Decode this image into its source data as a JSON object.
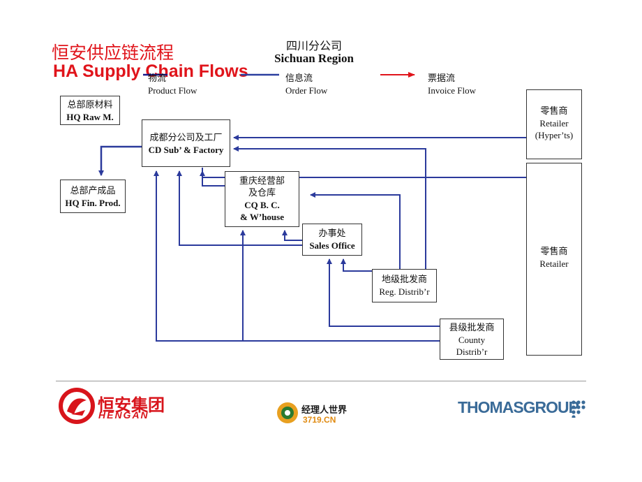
{
  "title": {
    "cn": "恒安供应链流程",
    "en": "HA Supply Chain Flows"
  },
  "region": {
    "cn": "四川分公司",
    "en": "Sichuan Region"
  },
  "legend": [
    {
      "cn": "物流",
      "en": "Product Flow",
      "color": "#1a1a8c"
    },
    {
      "cn": "信息流",
      "en": "Order Flow",
      "color": "#2b3fa0"
    },
    {
      "cn": "票据流",
      "en": "Invoice Flow",
      "color": "#e0141b"
    }
  ],
  "nodes": {
    "hq_raw": {
      "cn": "总部原材料",
      "en": "HQ Raw M."
    },
    "hq_fin": {
      "cn": "总部产成品",
      "en": "HQ Fin. Prod."
    },
    "cd": {
      "cn": "成都分公司及工厂",
      "en": "CD Sub’ & Factory"
    },
    "cq": {
      "cn1": "重庆经营部",
      "cn2": "及仓库",
      "en1": "CQ B. C.",
      "en2": "& W’house"
    },
    "sales": {
      "cn": "办事处",
      "en": "Sales Office"
    },
    "reg": {
      "cn": "地级批发商",
      "en": "Reg. Distrib’r"
    },
    "county": {
      "cn": "县级批发商",
      "en1": "County",
      "en2": "Distrib’r"
    },
    "retailer_hyper": {
      "cn": "零售商",
      "en1": "Retailer",
      "en2": "(Hyper’ts)"
    },
    "retailer": {
      "cn": "零售商",
      "en": "Retailer"
    }
  },
  "colors": {
    "title": "#e0141b",
    "flow_line": "#2b3a9c",
    "invoice": "#e0141b",
    "thomas": "#3a6b98"
  },
  "footer": {
    "hengan_cn": "恒安集团",
    "hengan_en": "HENGAN",
    "jingli_cn": "经理人世界",
    "jingli_num": "3719.CN",
    "thomas": "THOMASGROUP"
  }
}
